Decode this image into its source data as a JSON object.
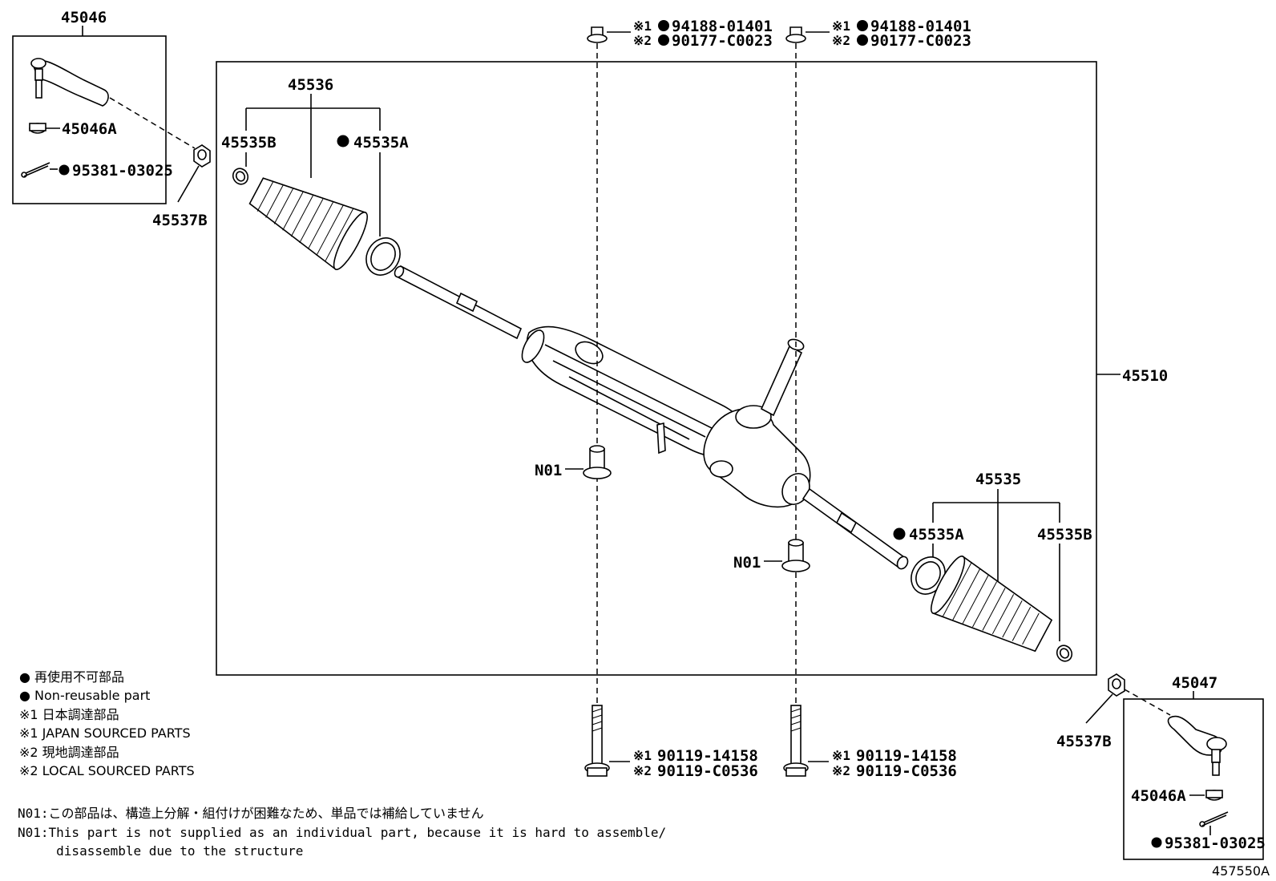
{
  "diagram": {
    "parts": {
      "tie_rod_end_lh": "45046",
      "tie_rod_end_rh": "45047",
      "nut": "45046A",
      "cotter_pin": "95381-03025",
      "bushing": "45537B",
      "boot_lh": "45536",
      "boot_rh": "45535",
      "clip": "45535B",
      "clamp": "45535A",
      "gear_assembly": "45510",
      "n01": "N01"
    },
    "mount_labels": {
      "top_bolt_1": "94188-01401",
      "top_bolt_2": "90177-C0023",
      "bottom_bolt_1": "90119-14158",
      "bottom_bolt_2": "90119-C0536",
      "mark_1": "※1",
      "mark_2": "※2"
    },
    "legend": [
      "● 再使用不可部品",
      "● Non-reusable part",
      "※1 日本調達部品",
      "※1 JAPAN SOURCED PARTS",
      "※2 現地調達部品",
      "※2 LOCAL SOURCED PARTS"
    ],
    "notes": [
      "N01:この部品は、構造上分解・組付けが困難なため、単品では補給していません",
      "N01:This part is not supplied as an individual part, because it is hard to assemble/",
      "     disassemble due to the structure"
    ],
    "figure_id": "457550A"
  }
}
